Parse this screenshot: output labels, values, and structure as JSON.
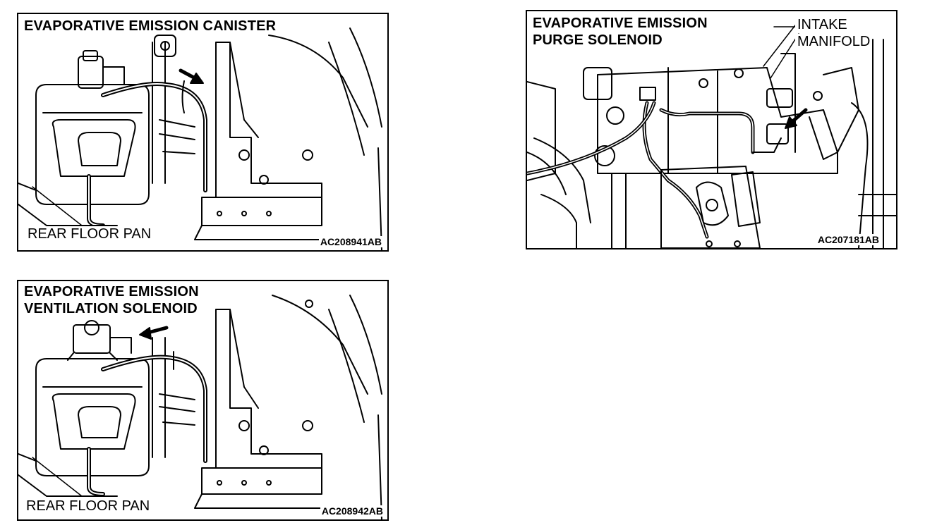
{
  "panels": {
    "canister": {
      "title": "EVAPORATIVE EMISSION CANISTER",
      "label": "REAR FLOOR PAN",
      "code": "AC208941AB"
    },
    "purge": {
      "title_line1": "EVAPORATIVE EMISSION",
      "title_line2": "PURGE SOLENOID",
      "label_line1": "INTAKE",
      "label_line2": "MANIFOLD",
      "code": "AC207181AB"
    },
    "ventilation": {
      "title_line1": "EVAPORATIVE EMISSION",
      "title_line2": "VENTILATION SOLENOID",
      "label": "REAR FLOOR PAN",
      "code": "AC208942AB"
    }
  }
}
